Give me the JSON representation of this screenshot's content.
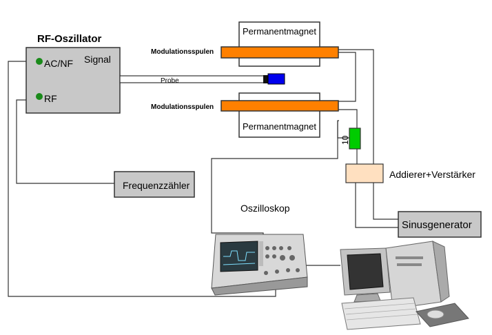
{
  "oscillator": {
    "title": "RF-Oszillator",
    "signal_label": "Signal",
    "port_acnf": "AC/NF",
    "port_rf": "RF"
  },
  "magnets": {
    "top_label": "Permanentmagnet",
    "bottom_label": "Permanentmagnet"
  },
  "coils": {
    "top_label": "Modulationsspulen",
    "bottom_label": "Modulationsspulen"
  },
  "probe_label": "Probe",
  "resistor_label": "10",
  "adder_label": "Addierer+Verstärker",
  "counter_label": "Frequenzzähler",
  "oscilloscope_label": "Oszilloskop",
  "sine_generator_label": "Sinusgenerator",
  "colors": {
    "coil": "#ff8000",
    "probe_tip": "#0000ee",
    "resistor": "#00cc00",
    "adder": "#ffe0c0",
    "instrument_box": "#c8c8c8",
    "port_led": "#1a8a1a"
  }
}
